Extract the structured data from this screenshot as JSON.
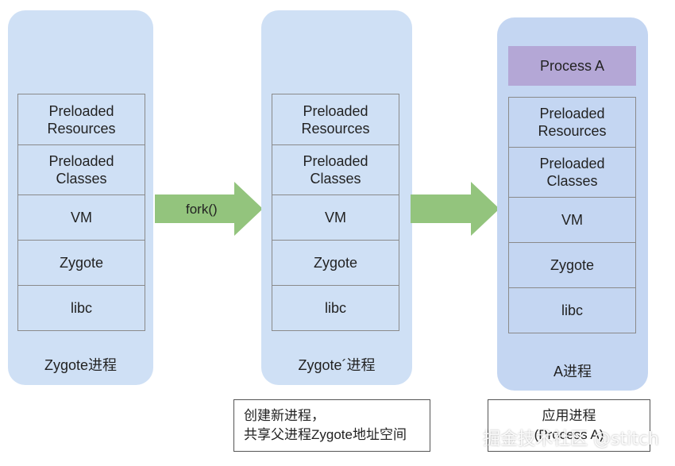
{
  "panels": [
    {
      "label": "Zygote进程",
      "layers": [
        "Preloaded\nResources",
        "Preloaded\nClasses",
        "VM",
        "Zygote",
        "libc"
      ]
    },
    {
      "label": "Zygote´进程",
      "layers": [
        "Preloaded\nResources",
        "Preloaded\nClasses",
        "VM",
        "Zygote",
        "libc"
      ]
    },
    {
      "label": "A进程",
      "process_box": "Process A",
      "layers": [
        "Preloaded\nResources",
        "Preloaded\nClasses",
        "VM",
        "Zygote",
        "libc"
      ]
    }
  ],
  "arrows": [
    {
      "label": "fork()"
    },
    {
      "label": ""
    }
  ],
  "notes": {
    "fork_note_line1": "创建新进程，",
    "fork_note_line2": "共享父进程Zygote地址空间",
    "app_note_line1": "应用进程",
    "app_note_line2": "(Process A)"
  },
  "watermark": "掘金技术社区 @stitch",
  "colors": {
    "panel": "#cfe0f5",
    "process_box": "#b4a7d6",
    "arrow": "#93c47d",
    "border": "#8a8a8a"
  }
}
